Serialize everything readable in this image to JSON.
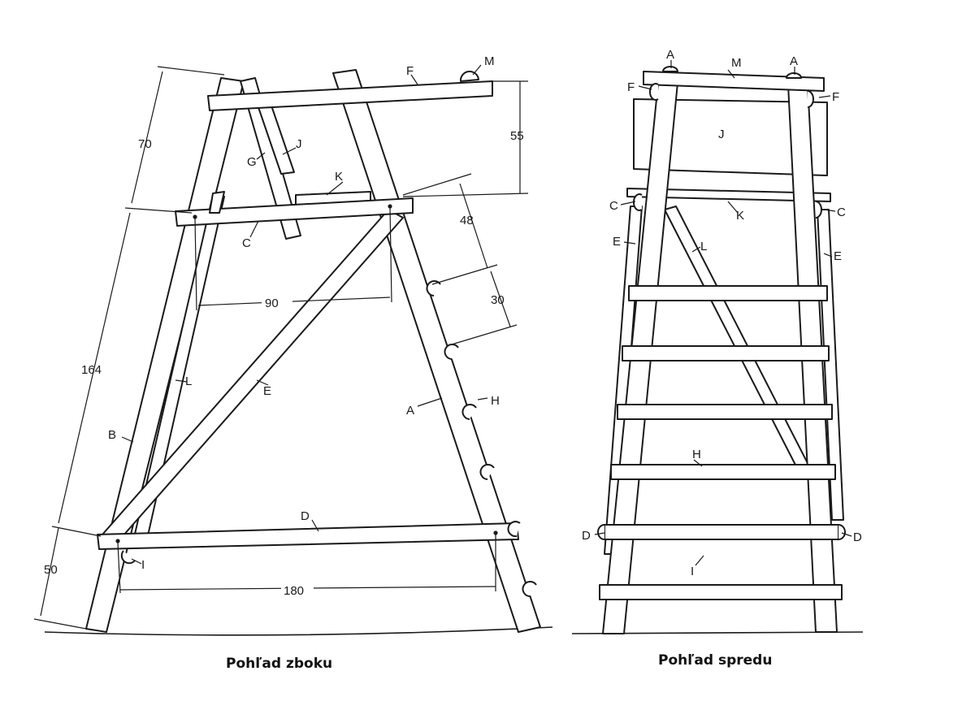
{
  "side_view": {
    "caption": "Pohľad zboku",
    "labels": {
      "A": "A",
      "B": "B",
      "C": "C",
      "D": "D",
      "E": "E",
      "F": "F",
      "G": "G",
      "H": "H",
      "I": "I",
      "J": "J",
      "K": "K",
      "L": "L",
      "M": "M"
    },
    "dimensions": {
      "top_height": "70",
      "front_height": "164",
      "bottom_height": "50",
      "rail_height": "55",
      "step_offset": "48",
      "step_spacing": "30",
      "top_width": "90",
      "bottom_width": "180"
    }
  },
  "front_view": {
    "caption": "Pohľad spredu",
    "labels": {
      "A_left": "A",
      "A_right": "A",
      "M": "M",
      "F_left": "F",
      "F_right": "F",
      "J": "J",
      "C_left": "C",
      "C_right": "C",
      "K": "K",
      "E_left": "E",
      "E_right": "E",
      "L": "L",
      "H": "H",
      "D_left": "D",
      "D_right": "D",
      "I": "I"
    }
  }
}
